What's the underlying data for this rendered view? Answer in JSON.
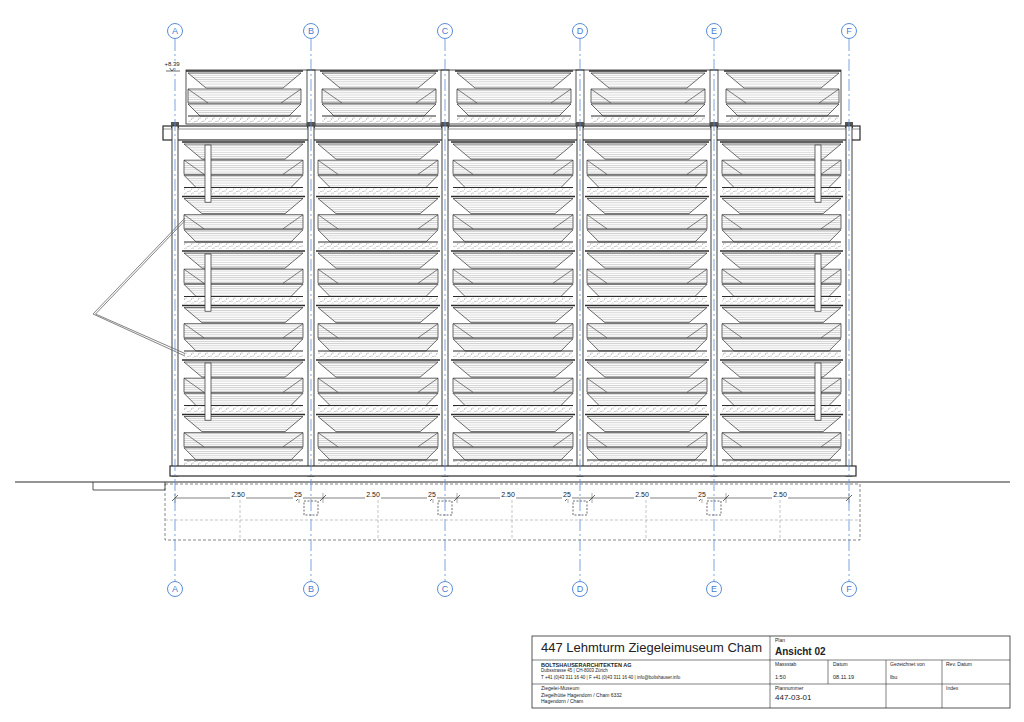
{
  "diagram": {
    "title": "447 Lehmturm Ziegeleimuseum Cham",
    "nodes": [
      {
        "text": [
          "A"
        ]
      },
      {
        "text": [
          "B"
        ]
      },
      {
        "text": [
          "C"
        ]
      },
      {
        "text": [
          "D"
        ]
      },
      {
        "text": [
          "E"
        ]
      },
      {
        "text": [
          "F"
        ]
      },
      {
        "text": [
          "A"
        ]
      },
      {
        "text": [
          "B"
        ]
      },
      {
        "text": [
          "C"
        ]
      },
      {
        "text": [
          "D"
        ]
      },
      {
        "text": [
          "E"
        ]
      },
      {
        "text": [
          "F"
        ]
      }
    ],
    "edges": [
      {
        "from": 0,
        "to": 6,
        "arrow": "none"
      },
      {
        "from": 1,
        "to": 7,
        "arrow": "none"
      },
      {
        "from": 2,
        "to": 8,
        "arrow": "none"
      },
      {
        "from": 3,
        "to": 9,
        "arrow": "none"
      },
      {
        "from": 4,
        "to": 10,
        "arrow": "none"
      },
      {
        "from": 5,
        "to": 11,
        "arrow": "none"
      }
    ],
    "labels": [
      "+8.39",
      "2.50",
      "25",
      "2.50",
      "25",
      "2.50",
      "25",
      "2.50",
      "25",
      "2.50",
      "BOLTSHAUSERARCHITEKTEN AG",
      "Dubsstrasse 45 | CH-8003 Zürich",
      "T +41 (0)43 311 16 40 | F +41 (0)43 311 16 40 | info@boltshauser.info",
      "Ziegelei-Museum",
      "Ziegelhütte Hagendorn / Cham 6332",
      "Hagendorn / Cham",
      "Plan",
      "Ansicht 02",
      "Massstab",
      "Datum",
      "Gezeichnet von",
      "Rev. Datum",
      "1:50",
      "08.11.19",
      "lbu",
      "Plannummer",
      "447-03-01",
      "Index"
    ]
  }
}
